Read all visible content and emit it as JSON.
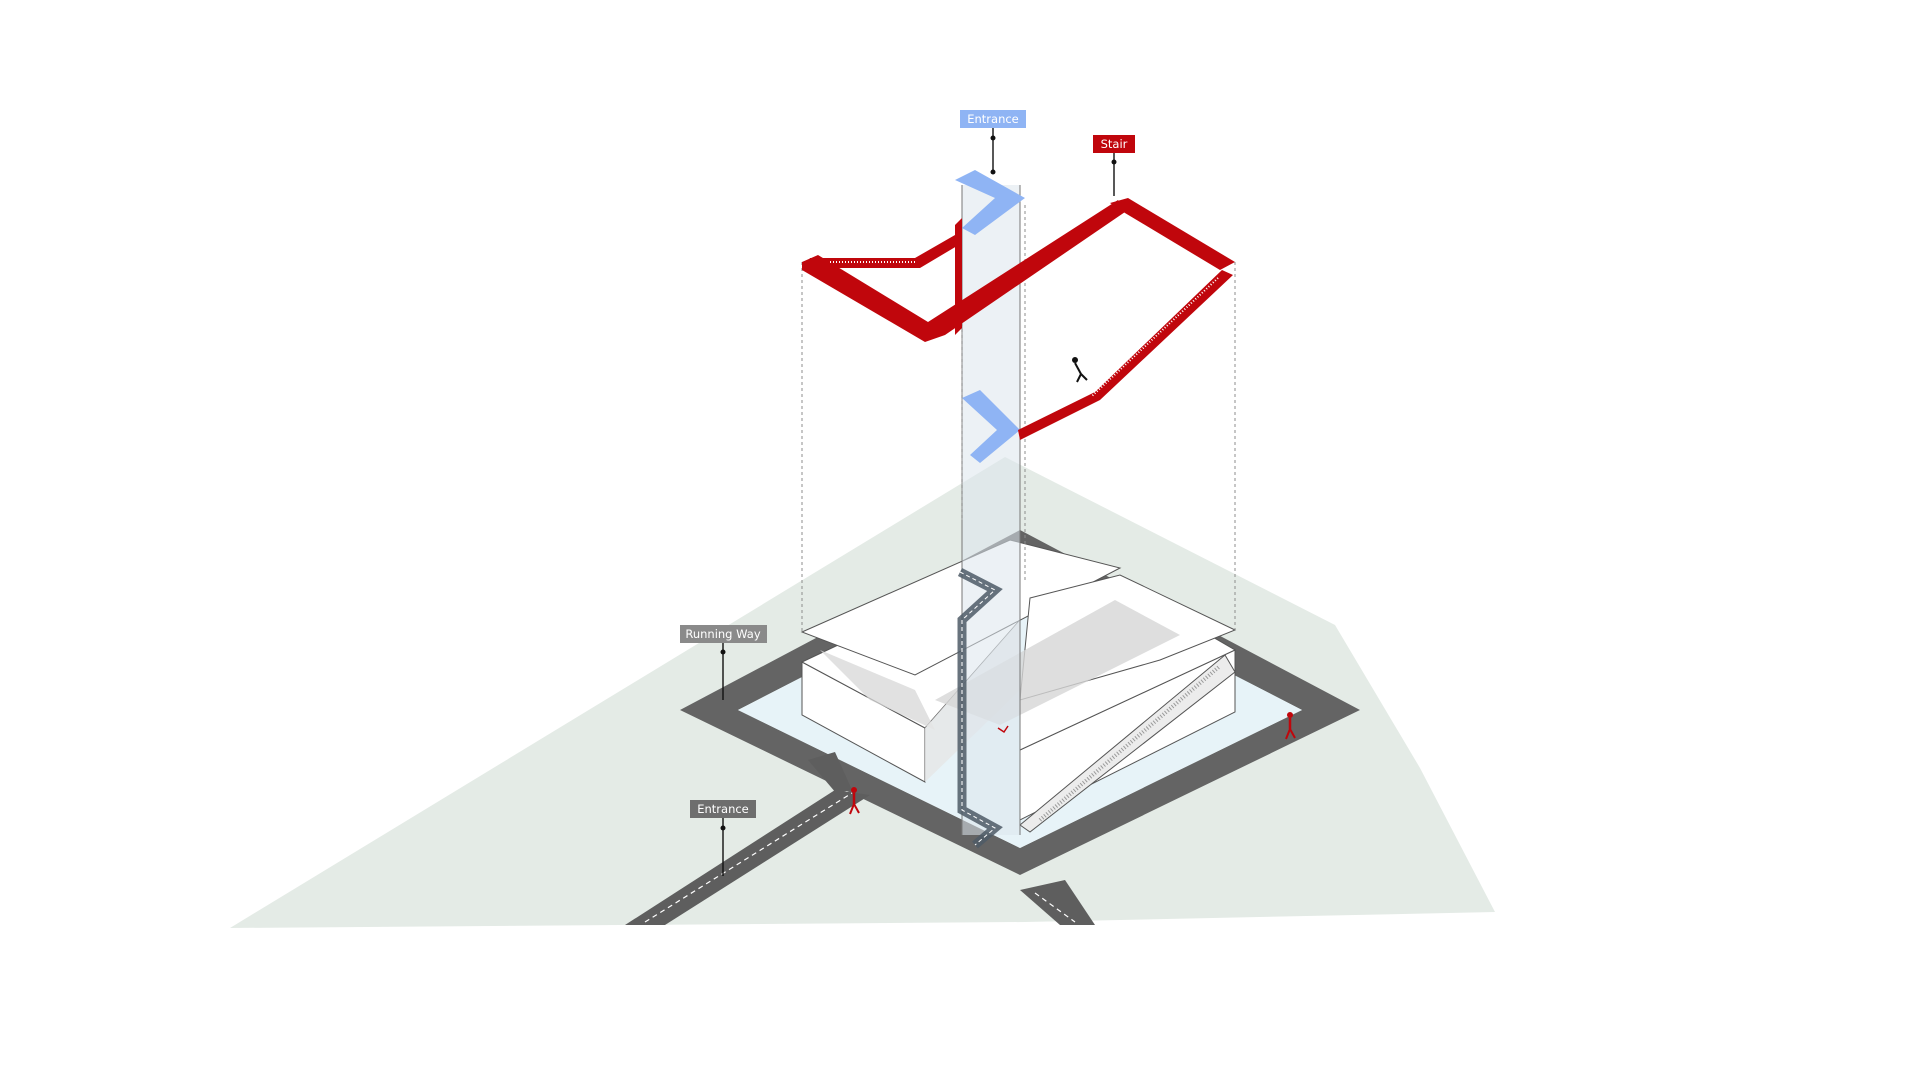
{
  "labels": {
    "entrance_top": "Entrance",
    "stair": "Stair",
    "running_way": "Running Way",
    "entrance_bottom": "Entrance"
  },
  "colors": {
    "stair_red": "#c0060c",
    "entrance_blue": "#8fb4f4",
    "ground_green": "#e4ebe6",
    "water_blue": "#e8f4f8",
    "track_gray": "#636363",
    "tag_gray": "#8a8a8a"
  }
}
